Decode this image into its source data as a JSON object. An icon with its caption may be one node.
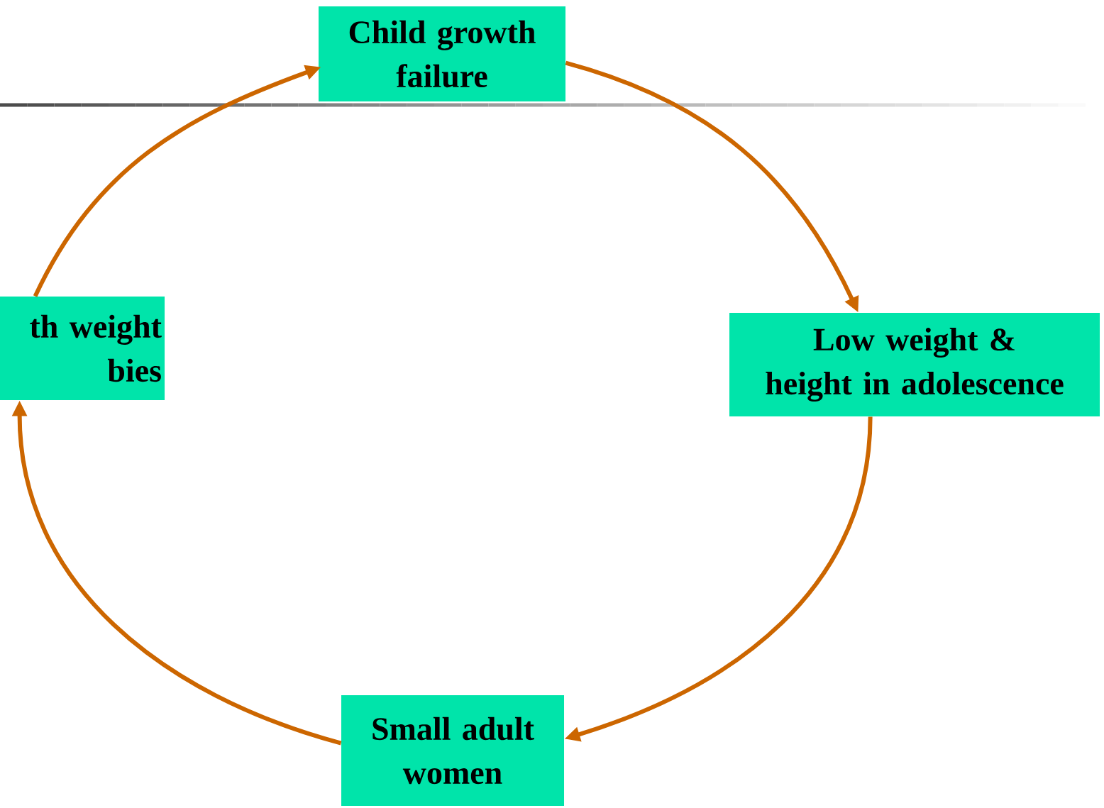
{
  "diagram": {
    "nodes": [
      {
        "text": [
          "Child growth failure"
        ]
      },
      {
        "text": [
          "Low weight & height in adolescence"
        ]
      },
      {
        "text": [
          "Small adult women"
        ]
      },
      {
        "text": [
          "th weight bies"
        ]
      }
    ],
    "edges": [
      {
        "from": 3,
        "to": 0,
        "arrow": "to"
      },
      {
        "from": 0,
        "to": 1,
        "arrow": "to"
      },
      {
        "from": 1,
        "to": 2,
        "arrow": "to"
      },
      {
        "from": 2,
        "to": 3,
        "arrow": "to"
      }
    ]
  }
}
